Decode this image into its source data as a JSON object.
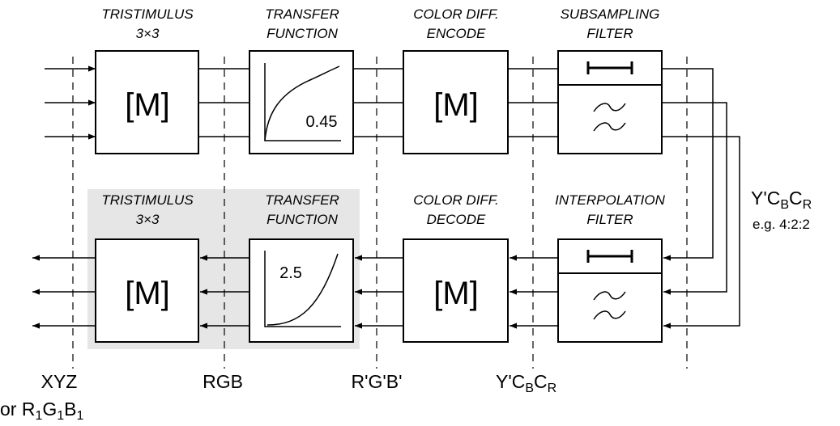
{
  "colors": {
    "shade": "#e6e6e6",
    "ink": "#000000"
  },
  "top_row": {
    "tristimulus_title": "TRISTIMULUS",
    "tristimulus_sub": "3×3",
    "tristimulus_box": "[M]",
    "transfer_title": "TRANSFER",
    "transfer_sub": "FUNCTION",
    "transfer_value": "0.45",
    "color_diff_title": "COLOR DIFF.",
    "color_diff_sub": "ENCODE",
    "color_diff_box": "[M]",
    "filter_title": "SUBSAMPLING",
    "filter_sub": "FILTER"
  },
  "bottom_row": {
    "tristimulus_title": "TRISTIMULUS",
    "tristimulus_sub": "3×3",
    "tristimulus_box": "[M]",
    "transfer_title": "TRANSFER",
    "transfer_sub": "FUNCTION",
    "transfer_value": "2.5",
    "color_diff_title": "COLOR DIFF.",
    "color_diff_sub": "DECODE",
    "color_diff_box": "[M]",
    "filter_title": "INTERPOLATION",
    "filter_sub": "FILTER"
  },
  "side_label": {
    "prefix": "Y'C",
    "sub1": "B",
    "mid": "C",
    "sub2": "R",
    "note": "e.g. 4:2:2"
  },
  "axis_labels": {
    "xyz": "XYZ",
    "xyz_alt_prefix": "or R",
    "xyz_alt_sub1": "1",
    "xyz_alt_g": "G",
    "xyz_alt_sub2": "1",
    "xyz_alt_b": "B",
    "xyz_alt_sub3": "1",
    "rgb": "RGB",
    "rgb_prime": "R'G'B'",
    "ycbcr_prefix": "Y'C",
    "ycbcr_sub1": "B",
    "ycbcr_mid": "C",
    "ycbcr_sub2": "R"
  }
}
